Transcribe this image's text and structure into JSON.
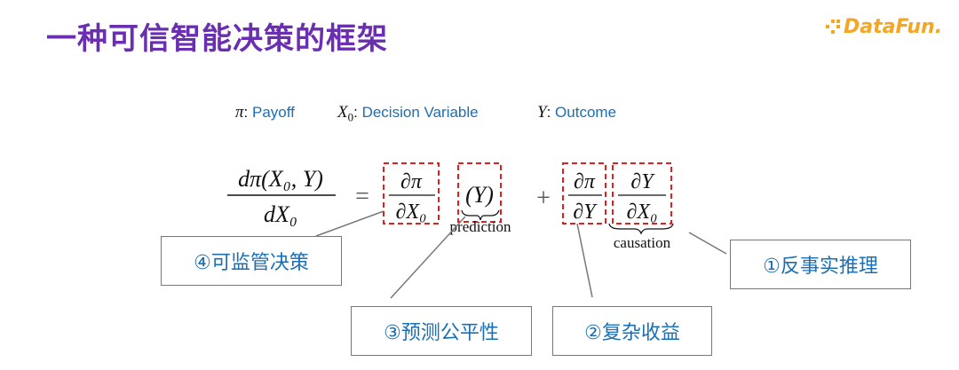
{
  "title": "一种可信智能决策的框架",
  "logo": {
    "text": "DataFun."
  },
  "legend": {
    "pi_sym": "π",
    "pi_desc": "Payoff",
    "x0_sym": "X",
    "x0_sub": "0",
    "x0_desc": "Decision Variable",
    "y_sym": "Y",
    "y_desc": "Outcome",
    "colon": ":"
  },
  "equation": {
    "lhs_num": "dπ(X₀, Y)",
    "lhs_den": "dX₀",
    "equals": "=",
    "t1_num": "∂π",
    "t1_den": "∂X₀",
    "t2": "(Y)",
    "t2_under": "prediction",
    "plus": "+",
    "t3_num": "∂π",
    "t3_den": "∂Y",
    "t4_num": "∂Y",
    "t4_den": "∂X₀",
    "t4_under": "causation"
  },
  "labels": {
    "l4": "④可监管决策",
    "l3": "③预测公平性",
    "l2": "②复杂收益",
    "l1": "①反事实推理"
  },
  "colors": {
    "title": "#6a2fb0",
    "blue": "#1b6fb4",
    "dash": "#e02020",
    "logo": "#f5a623"
  }
}
